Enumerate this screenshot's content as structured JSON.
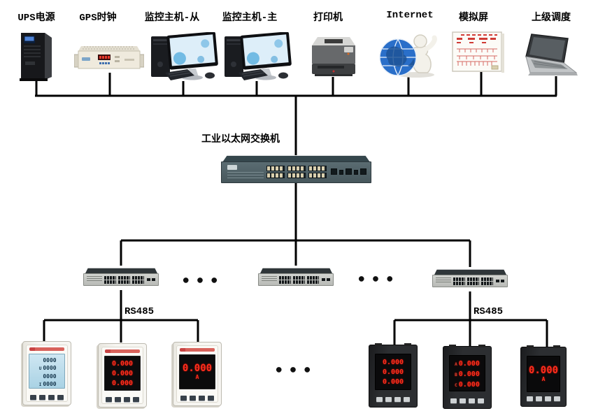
{
  "top_devices": [
    {
      "id": "ups",
      "label": "UPS电源"
    },
    {
      "id": "gps-clock",
      "label": "GPS时钟"
    },
    {
      "id": "host-slave",
      "label": "监控主机-从"
    },
    {
      "id": "host-master",
      "label": "监控主机-主"
    },
    {
      "id": "printer",
      "label": "打印机"
    },
    {
      "id": "internet",
      "label": "Internet"
    },
    {
      "id": "mimic-panel",
      "label": "模拟屏"
    },
    {
      "id": "dispatch",
      "label": "上级调度"
    }
  ],
  "core_switch": {
    "label": "工业以太网交换机"
  },
  "rs485": {
    "left": "RS485",
    "right": "RS485"
  },
  "ellipsis": "● ● ●",
  "meters_left": [
    {
      "style": "lcd",
      "row_labels": [
        "",
        "U",
        "",
        "I"
      ],
      "rows": [
        "0000",
        "0000",
        "0000",
        "0000"
      ]
    },
    {
      "style": "led3",
      "rows": [
        "0.000",
        "0.000",
        "0.000"
      ]
    },
    {
      "style": "led1",
      "value": "0.000",
      "unit": "A"
    }
  ],
  "meters_right": [
    {
      "style": "led3",
      "rows": [
        "0.000",
        "0.000",
        "0.000"
      ]
    },
    {
      "style": "led3",
      "row_labels": [
        "A",
        "B",
        "C"
      ],
      "rows": [
        "0.000",
        "0.000",
        "0.000"
      ]
    },
    {
      "style": "led1",
      "value": "0.000",
      "unit": "A"
    }
  ],
  "colors": {
    "line": "#000000",
    "led_red": "#ff2d1c",
    "lcd_blue": "#b9dcec",
    "switch_teal": "#52646a",
    "brand_red": "#c23030"
  }
}
